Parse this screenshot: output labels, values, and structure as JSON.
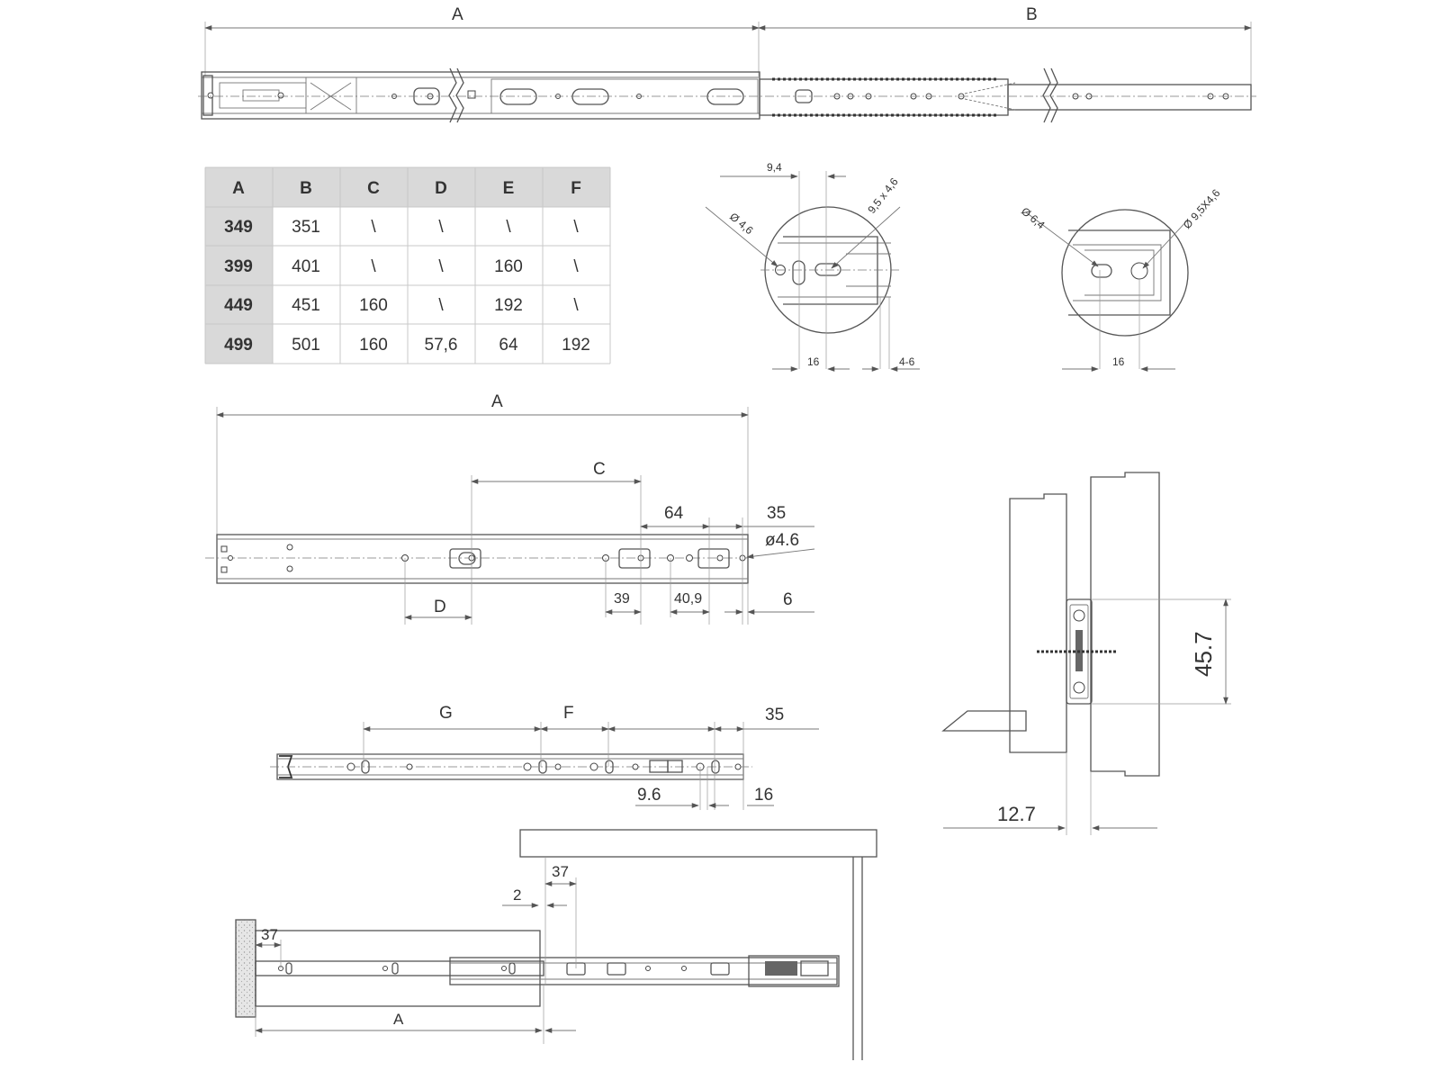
{
  "table": {
    "headers": [
      "A",
      "B",
      "C",
      "D",
      "E",
      "F"
    ],
    "rows": [
      [
        "349",
        "351",
        "\\",
        "\\",
        "\\",
        "\\"
      ],
      [
        "399",
        "401",
        "\\",
        "\\",
        "160",
        "\\"
      ],
      [
        "449",
        "451",
        "160",
        "\\",
        "192",
        "\\"
      ],
      [
        "499",
        "501",
        "160",
        "57,6",
        "64",
        "192"
      ]
    ]
  },
  "top_view": {
    "label_a": "A",
    "label_b": "B"
  },
  "detail_left": {
    "dim_9_4": "9,4",
    "dim_9_5x4_6": "9,5 x 4,6",
    "dim_dia_4_6": "Ø 4,6",
    "dim_16": "16",
    "dim_4_6": "4-6"
  },
  "detail_right": {
    "dim_dia_6_4": "Ø 6,4",
    "dim_dia_9_5x4_6": "Ø 9,5X4,6",
    "dim_16": "16"
  },
  "cabinet_member": {
    "dim_a": "A",
    "dim_c": "C",
    "dim_64": "64",
    "dim_35": "35",
    "dim_dia_4_6": "ø4.6",
    "dim_d": "D",
    "dim_39": "39",
    "dim_40_9": "40,9",
    "dim_6": "6"
  },
  "drawer_member": {
    "dim_g": "G",
    "dim_f": "F",
    "dim_35": "35",
    "dim_9_6": "9.6",
    "dim_16": "16"
  },
  "cross_section": {
    "dim_45_7": "45.7",
    "dim_12_7": "12.7"
  },
  "installation": {
    "dim_37_top": "37",
    "dim_2": "2",
    "dim_37_left": "37",
    "dim_a": "A"
  }
}
